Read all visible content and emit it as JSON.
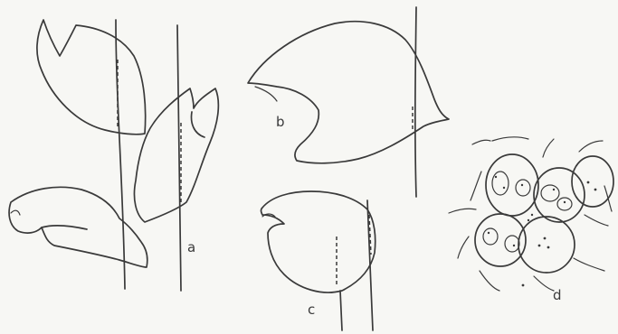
{
  "panels": {
    "a": {
      "label": "a"
    },
    "b": {
      "label": "b"
    },
    "c": {
      "label": "c"
    },
    "d": {
      "label": "d"
    }
  },
  "colors": {
    "ink": "#3a3a3a",
    "paper": "#f7f7f4"
  }
}
